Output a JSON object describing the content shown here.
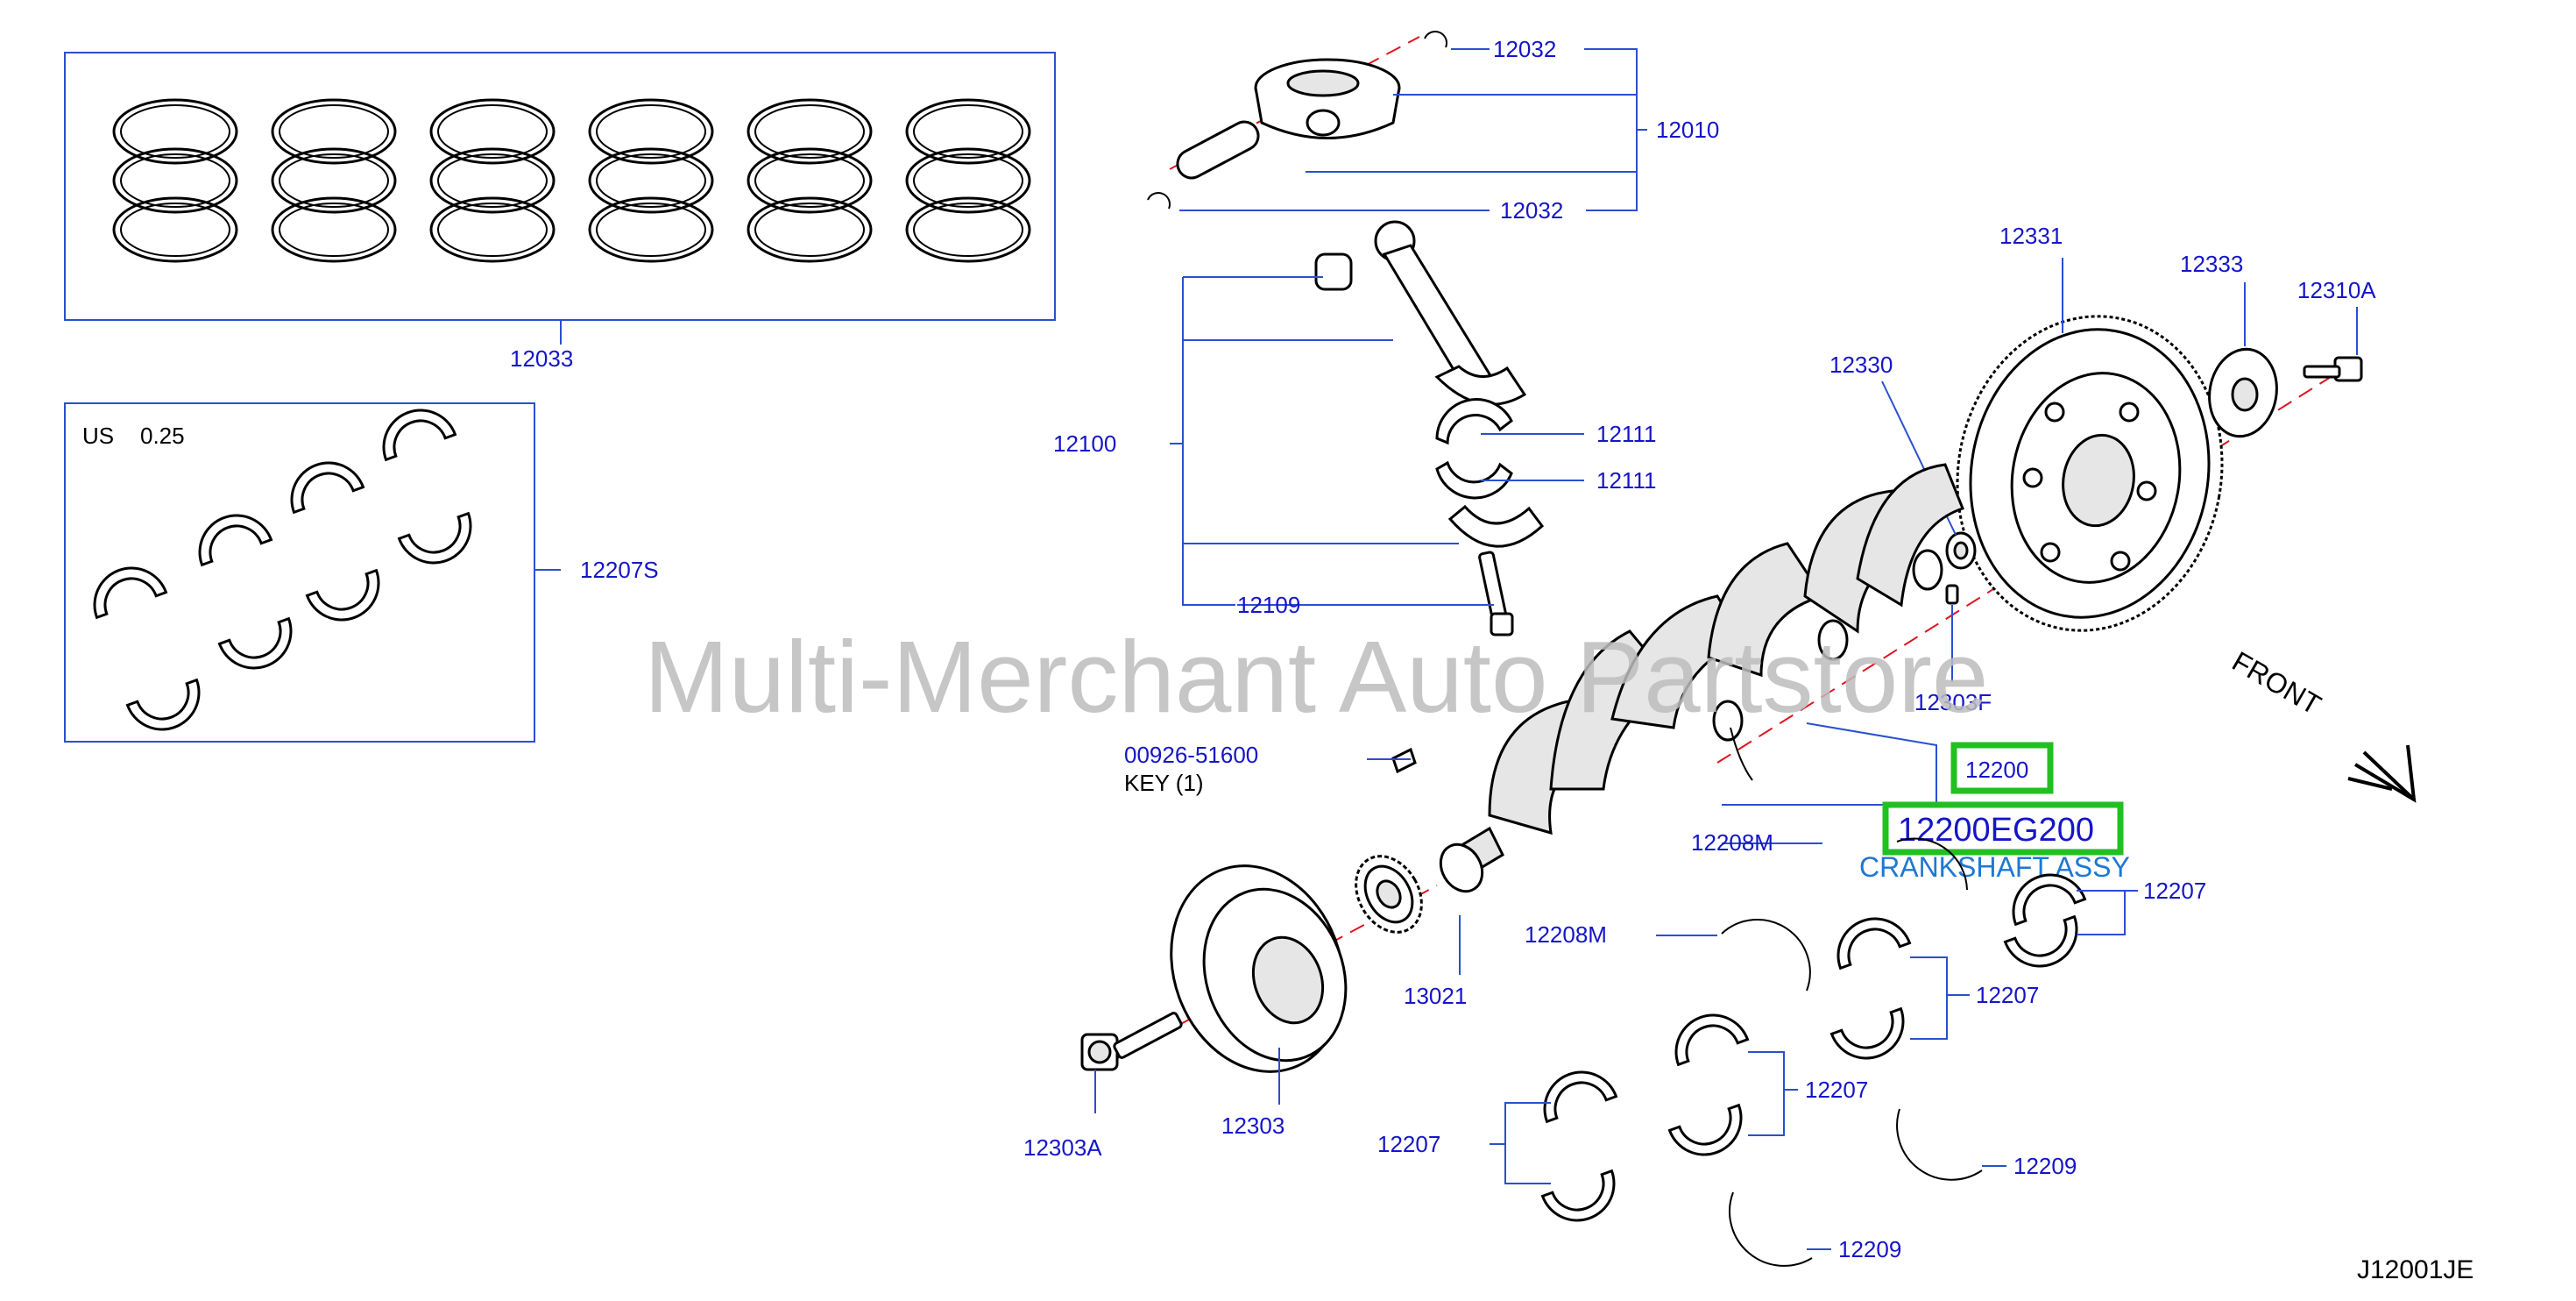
{
  "watermark": "Multi-Merchant Auto Partstore",
  "diagram_ref": "J12001JE",
  "front_label": "FRONT",
  "undersize_box": {
    "label": "US",
    "value": "0.25"
  },
  "highlight": {
    "part_number": "12200EG200",
    "part_name": "CRANKSHAFT ASSY",
    "box_color": "#21c021"
  },
  "key_note": "KEY   (1)",
  "colors": {
    "label": "#1515c8",
    "leader": "#2a4fd0",
    "centerline": "#e0141e",
    "highlight": "#21c021"
  },
  "labels": {
    "p12032a": "12032",
    "p12032b": "12032",
    "p12010": "12010",
    "p12033": "12033",
    "p12100": "12100",
    "p12111a": "12111",
    "p12111b": "12111",
    "p12109": "12109",
    "p12207S": "12207S",
    "p12331": "12331",
    "p12333": "12333",
    "p12310A": "12310A",
    "p12330": "12330",
    "p12303F": "12303F",
    "p00926": "00926-51600",
    "p12200": "12200",
    "p12208Ma": "12208M",
    "p12208Mb": "12208M",
    "p12207a": "12207",
    "p12207b": "12207",
    "p12207c": "12207",
    "p12207d": "12207",
    "p13021": "13021",
    "p12303": "12303",
    "p12303A": "12303A",
    "p12209a": "12209",
    "p12209b": "12209"
  }
}
